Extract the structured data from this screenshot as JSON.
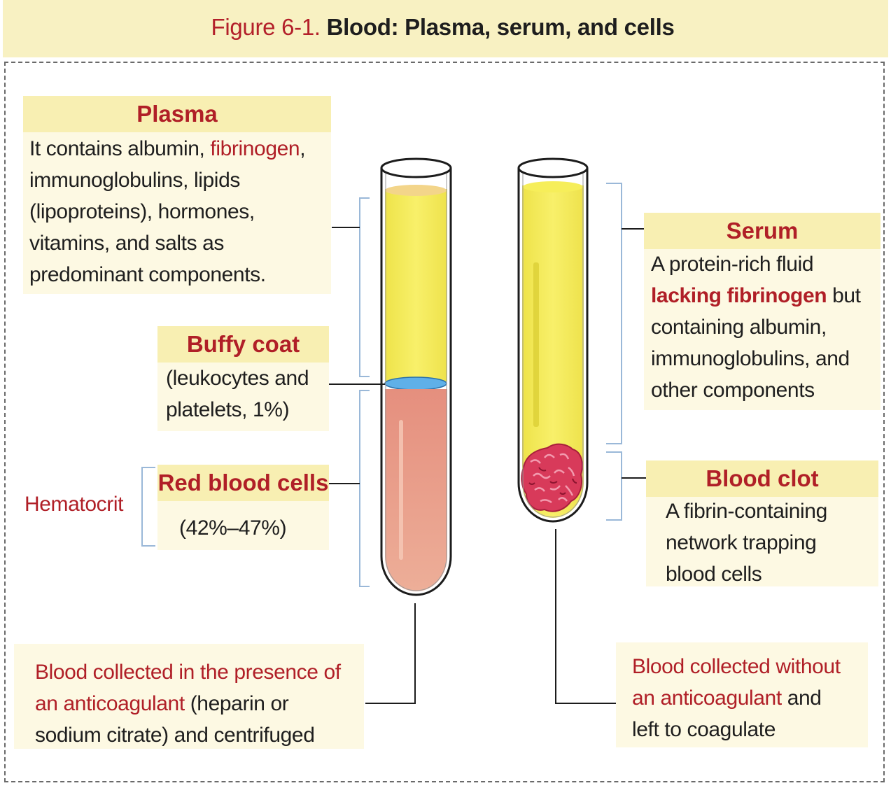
{
  "title": {
    "figure": "Figure 6-1.",
    "text": "Blood: Plasma, serum, and cells"
  },
  "plasma": {
    "heading": "Plasma",
    "line1_pre": "It contains albumin, ",
    "line1_red": "fibrinogen",
    "line1_post": ",",
    "line2": "immunoglobulins, lipids",
    "line3": "(lipoproteins), hormones,",
    "line4": "vitamins, and salts as",
    "line5": "predominant components."
  },
  "buffy": {
    "heading": "Buffy coat",
    "line1": "(leukocytes and",
    "line2": "platelets, 1%)"
  },
  "rbc": {
    "heading": "Red blood cells",
    "line1": "(42%–47%)"
  },
  "hematocrit": "Hematocrit",
  "serum": {
    "heading": "Serum",
    "line1": "A protein-rich fluid",
    "line2_red": "lacking fibrinogen",
    "line2_post": " but",
    "line3": "containing albumin,",
    "line4": "immunoglobulins, and",
    "line5": "other components"
  },
  "clot": {
    "heading": "Blood clot",
    "line1": "A fibrin-containing",
    "line2": "network trapping",
    "line3": "blood cells"
  },
  "anticoag": {
    "line1_red": "Blood collected in the presence of",
    "line2_red": "an anticoagulant",
    "line2_post": " (heparin or",
    "line3": "sodium citrate) and centrifuged"
  },
  "noanticoag": {
    "line1_red": "Blood collected without",
    "line2_red": "an anticoagulant",
    "line2_post": " and",
    "line3": "left to coagulate"
  },
  "colors": {
    "label_red": "#b01f27",
    "plasma_yellow": "#f5ec4a",
    "buffy_blue": "#5fb0e8",
    "rbc_pink": "#e8a08c",
    "clot_red": "#d83a5a",
    "header_band": "#f8efb2",
    "bracket_blue": "#9ab8d8"
  }
}
